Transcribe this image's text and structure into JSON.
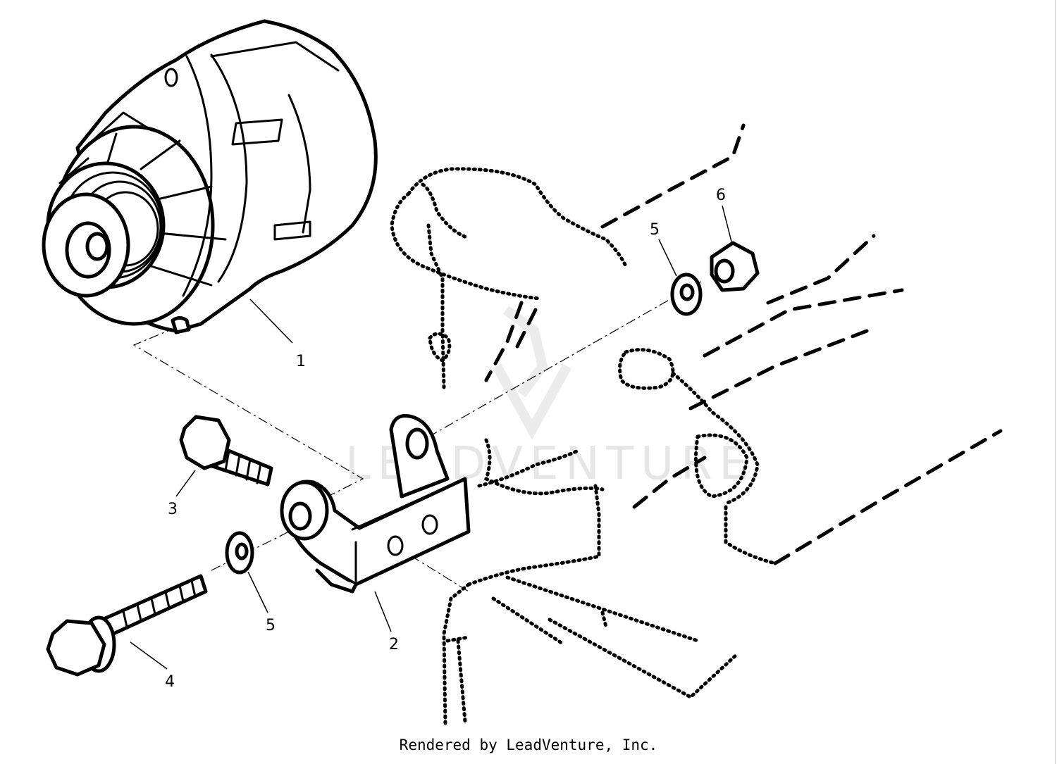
{
  "watermark": {
    "text": "LEADVENTURE"
  },
  "callouts": [
    {
      "id": "1",
      "label": "1"
    },
    {
      "id": "2",
      "label": "2"
    },
    {
      "id": "3",
      "label": "3"
    },
    {
      "id": "4",
      "label": "4"
    },
    {
      "id": "5a",
      "label": "5"
    },
    {
      "id": "5b",
      "label": "5"
    },
    {
      "id": "6",
      "label": "6"
    }
  ],
  "credit": "Rendered by LeadVenture, Inc."
}
